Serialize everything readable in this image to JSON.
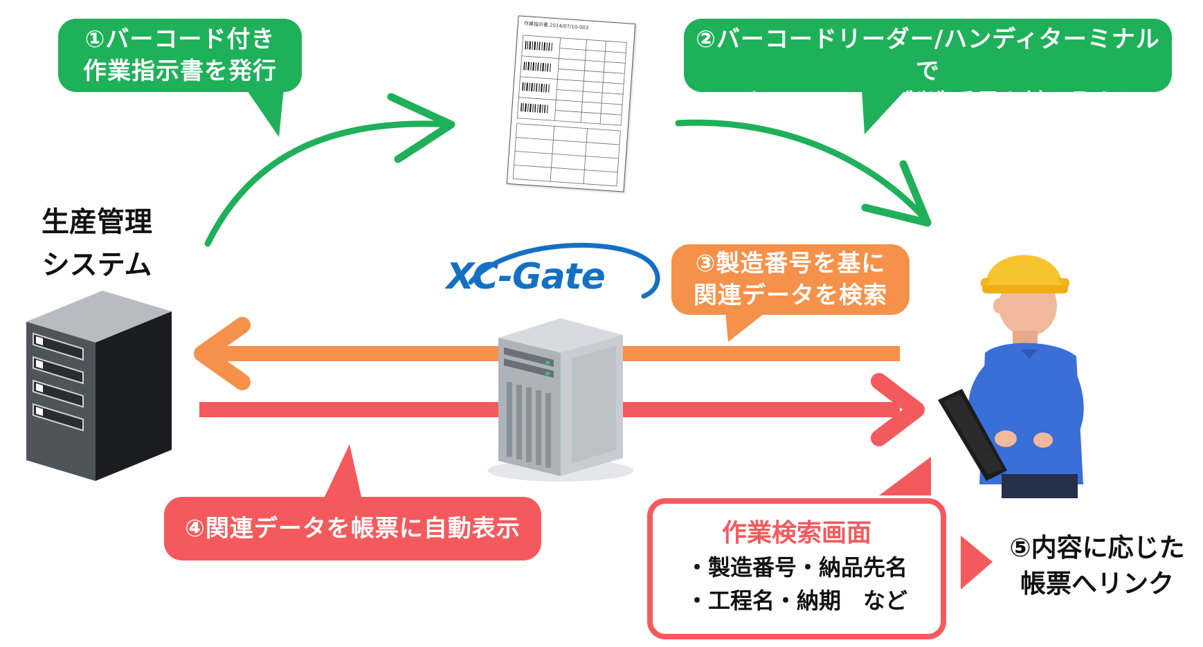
{
  "bubbles": {
    "step1": [
      "①バーコード付き",
      "作業指示書を発行"
    ],
    "step2": [
      "②バーコードリーダー/ハンディターミナルで",
      "バーコードから製造番号を読み取り"
    ],
    "step3": [
      "③製造番号を基に",
      "関連データを検索"
    ],
    "step4": "④関連データを帳票に自動表示"
  },
  "system": {
    "label_line1": "生産管理",
    "label_line2": "システム"
  },
  "xcgate": {
    "logo_text": "XC-Gate"
  },
  "document": {
    "header_text": "作業指示書 2014/07/10-003"
  },
  "search_screen": {
    "title": "作業検索画面",
    "line1": "・製造番号・納品先名",
    "line2": "・工程名・納期　など"
  },
  "result": {
    "line1": "⑤内容に応じた",
    "line2": "帳票へリンク"
  },
  "colors": {
    "green": "#1fb05a",
    "orange": "#f5914a",
    "red": "#f45a5d"
  },
  "icons": [
    "server-icon",
    "document-icon",
    "xcgate-server-icon",
    "worker-icon",
    "tablet-icon"
  ]
}
